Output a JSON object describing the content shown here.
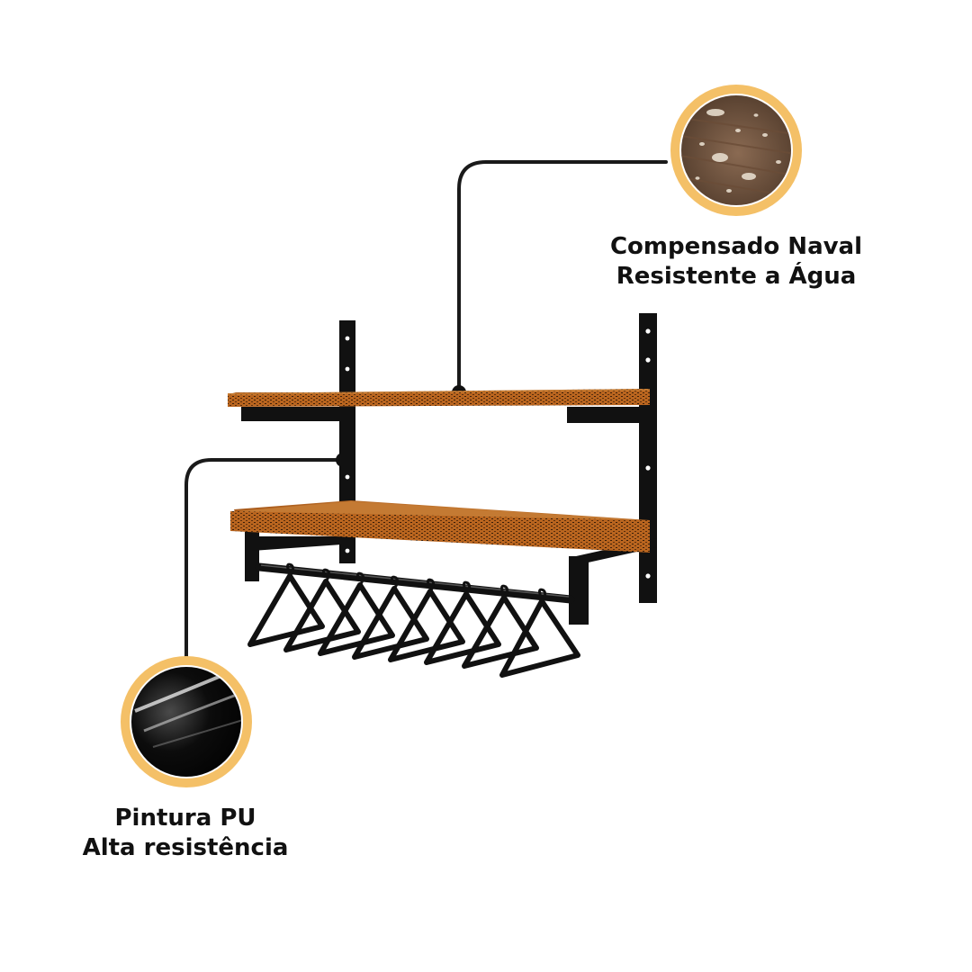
{
  "callouts": {
    "top": {
      "line1": "Compensado Naval",
      "line2": "Resistente a Água",
      "thumbnail_icon": "wet-wood-texture-icon"
    },
    "bottom": {
      "line1": "Pintura PU",
      "line2": "Alta resistência",
      "thumbnail_icon": "glossy-black-finish-icon"
    }
  },
  "colors": {
    "ring": "#f4c067",
    "leader_line": "#1a1a1a",
    "wood": "#b4621e",
    "metal": "#111111"
  },
  "product": {
    "name_icon": "wall-shelf-with-hanger-rod-icon",
    "hanger_count": 8
  }
}
